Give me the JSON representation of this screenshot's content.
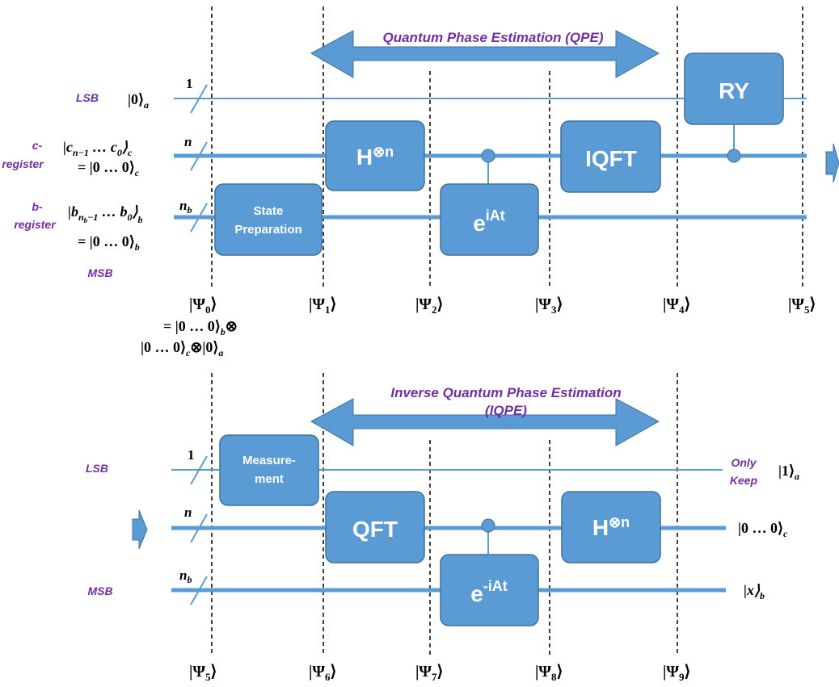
{
  "top": {
    "title": "Quantum Phase Estimation (QPE)",
    "row_labels": {
      "lsb": "LSB",
      "c_register_1": "c-",
      "c_register_2": "register",
      "b_register_1": "b-",
      "b_register_2": "register",
      "msb": "MSB"
    },
    "init_states": {
      "a": "|0⟩",
      "a_sub": "a",
      "c_line1": "|c",
      "c_line1_sub1": "n−1",
      "c_line1_mid": " … c",
      "c_line1_sub2": "0",
      "c_line1_end": "⟩",
      "c_line1_sub3": "c",
      "c_line2": "= |0 … 0⟩",
      "c_line2_sub": "c",
      "b_line1": "|b",
      "b_line1_sub1": "n",
      "b_line1_subsub": "b",
      "b_line1_sub1b": "−1",
      "b_line1_mid": " … b",
      "b_line1_sub2": "0",
      "b_line1_end": "⟩",
      "b_line1_sub3": "b",
      "b_line2": "= |0 … 0⟩",
      "b_line2_sub": "b"
    },
    "qubit_counts": {
      "a": "1",
      "c": "n",
      "b": "n",
      "b_sub": "b"
    },
    "gates": {
      "state_prep_1": "State",
      "state_prep_2": "Preparation",
      "hadamard": "H",
      "hadamard_sup": "⊗n",
      "exp": "e",
      "exp_sup": "iAt",
      "iqft": "IQFT",
      "ry": "RY"
    },
    "psi": [
      {
        "sym": "|Ψ",
        "sub": "0",
        "end": "⟩"
      },
      {
        "sym": "|Ψ",
        "sub": "1",
        "end": "⟩"
      },
      {
        "sym": "|Ψ",
        "sub": "2",
        "end": "⟩"
      },
      {
        "sym": "|Ψ",
        "sub": "3",
        "end": "⟩"
      },
      {
        "sym": "|Ψ",
        "sub": "4",
        "end": "⟩"
      },
      {
        "sym": "|Ψ",
        "sub": "5",
        "end": "⟩"
      }
    ],
    "psi0_expansion": {
      "line1": "= |0 … 0⟩",
      "line1_sub": "b",
      "line1_end": "⊗",
      "line2a": "|0 … 0⟩",
      "line2a_sub": "c",
      "line2b": "⊗|0⟩",
      "line2b_sub": "a"
    }
  },
  "bottom": {
    "title_1": "Inverse Quantum Phase Estimation",
    "title_2": "(IQPE)",
    "row_labels": {
      "lsb": "LSB",
      "msb": "MSB"
    },
    "qubit_counts": {
      "a": "1",
      "c": "n",
      "b": "n",
      "b_sub": "b"
    },
    "gates": {
      "measure_1": "Measure-",
      "measure_2": "ment",
      "qft": "QFT",
      "exp": "e",
      "exp_sup": "-iAt",
      "hadamard": "H",
      "hadamard_sup": "⊗n"
    },
    "psi": [
      {
        "sym": "|Ψ",
        "sub": "5",
        "end": "⟩"
      },
      {
        "sym": "|Ψ",
        "sub": "6",
        "end": "⟩"
      },
      {
        "sym": "|Ψ",
        "sub": "7",
        "end": "⟩"
      },
      {
        "sym": "|Ψ",
        "sub": "8",
        "end": "⟩"
      },
      {
        "sym": "|Ψ",
        "sub": "9",
        "end": "⟩"
      }
    ],
    "only_keep_1": "Only",
    "only_keep_2": "Keep",
    "outputs": {
      "a": "|1⟩",
      "a_sub": "a",
      "c": "|0 … 0⟩",
      "c_sub": "c",
      "b": "|x⟩",
      "b_sub": "b"
    }
  },
  "colors": {
    "wire": "#5b9bd5",
    "gate": "#5b9bd5",
    "gate_border": "#41719c",
    "label": "#7030a0"
  }
}
